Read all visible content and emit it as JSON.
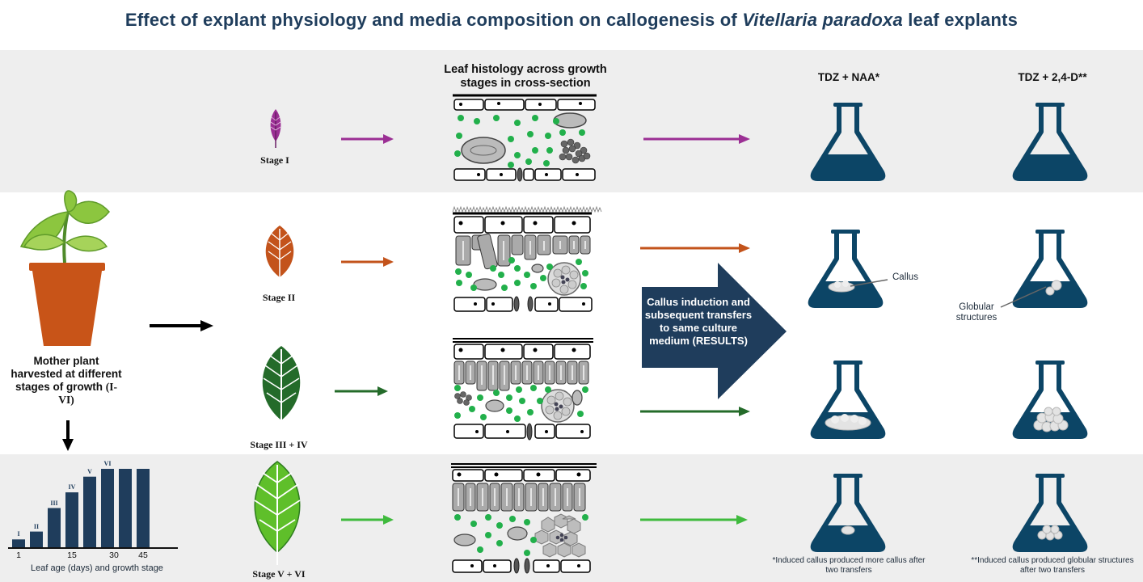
{
  "title_pre": "Effect of explant physiology and media composition on callogenesis of ",
  "title_em": "Vitellaria paradoxa",
  "title_post": " leaf explants",
  "histology_header": "Leaf histology across growth stages in cross-section",
  "media": [
    "TDZ + NAA*",
    "TDZ + 2,4-D**"
  ],
  "stages": [
    "Stage I",
    "Stage II",
    "Stage III + IV",
    "Stage V + VI"
  ],
  "mother_plant": {
    "line1": "Mother plant harvested at different stages of growth",
    "roman": "(I-VI)"
  },
  "big_arrow_text": "Callus induction and subsequent transfers to same culture medium (RESULTS)",
  "callout_callus": "Callus",
  "callout_globular": "Globular structures",
  "footnotes": [
    "*Induced callus produced more callus after two transfers",
    "**Induced callus produced globular structures after two transfers"
  ],
  "colors": {
    "navy": "#1f3d5c",
    "flask": "#0c4566",
    "stage1": "#9b2f94",
    "stage2": "#c3531b",
    "stage3": "#246b2a",
    "stage5": "#3fba3d",
    "pot": "#c85418",
    "band": "#eeeeee"
  },
  "chart_data": {
    "type": "bar",
    "categories": [
      "I",
      "II",
      "III",
      "IV",
      "V",
      "VI",
      "",
      ""
    ],
    "values": [
      1,
      2,
      5,
      7,
      9,
      10,
      10,
      10
    ],
    "bar_labels": [
      "I",
      "II",
      "III",
      "IV",
      "V",
      "VI"
    ],
    "x_ticks": [
      "1",
      "15",
      "30",
      "45"
    ],
    "xlabel": "Leaf age (days) and growth stage",
    "ylim": [
      0,
      10
    ]
  }
}
